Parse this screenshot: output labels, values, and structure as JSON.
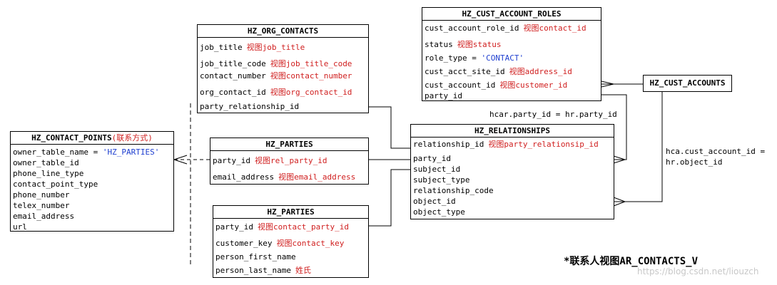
{
  "tables": {
    "contact_points": {
      "title": "HZ_CONTACT_POINTS",
      "title_suffix": "(联系方式)",
      "rows": [
        {
          "name": "owner_table_name = ",
          "value": "'HZ_PARTIES'"
        },
        {
          "name": "owner_table_id"
        },
        {
          "name": "phone_line_type"
        },
        {
          "name": "contact_point_type"
        },
        {
          "name": "phone_number"
        },
        {
          "name": "telex_number"
        },
        {
          "name": "email_address"
        },
        {
          "name": "url"
        }
      ]
    },
    "org_contacts": {
      "title": "HZ_ORG_CONTACTS",
      "rows": [
        {
          "name": "job_title",
          "view": "视图job_title"
        },
        {
          "name": "job_title_code",
          "view": "视图job_title_code"
        },
        {
          "name": "contact_number",
          "view": "视图contact_number"
        },
        {
          "name": "org_contact_id",
          "view": "视图org_contact_id"
        },
        {
          "name": "party_relationship_id"
        }
      ]
    },
    "parties_1": {
      "title": "HZ_PARTIES",
      "rows": [
        {
          "name": "party_id",
          "view": "视图rel_party_id"
        },
        {
          "name": "email_address",
          "view": "视图email_address"
        }
      ]
    },
    "parties_2": {
      "title": "HZ_PARTIES",
      "rows": [
        {
          "name": "party_id",
          "view": "视图contact_party_id"
        },
        {
          "name": "customer_key",
          "view": "视图contact_key"
        },
        {
          "name": "person_first_name"
        },
        {
          "name": "person_last_name",
          "view": "姓氏"
        }
      ]
    },
    "cust_account_roles": {
      "title": "HZ_CUST_ACCOUNT_ROLES",
      "rows": [
        {
          "name": "cust_account_role_id",
          "view": "视图contact_id"
        },
        {
          "name": "status",
          "view": "视图status"
        },
        {
          "name": "role_type = ",
          "value": "'CONTACT'"
        },
        {
          "name": "cust_acct_site_id",
          "view": "视图address_id"
        },
        {
          "name": "cust_account_id",
          "view": "视图customer_id"
        },
        {
          "name": "party_id"
        }
      ]
    },
    "relationships": {
      "title": "HZ_RELATIONSHIPS",
      "rows": [
        {
          "name": "relationship_id",
          "view": "视图party_relationsip_id"
        },
        {
          "name": "party_id"
        },
        {
          "name": "subject_id"
        },
        {
          "name": "subject_type"
        },
        {
          "name": "relationship_code"
        },
        {
          "name": "object_id"
        },
        {
          "name": "object_type"
        }
      ]
    },
    "cust_accounts": {
      "title": "HZ_CUST_ACCOUNTS"
    }
  },
  "notes": {
    "hcar_join": "hcar.party_id = hr.party_id",
    "hca_join_1": "hca.cust_account_id =",
    "hca_join_2": "hr.object_id"
  },
  "caption": "*联系人视图AR_CONTACTS_V",
  "watermark": "https://blog.csdn.net/liouzch"
}
